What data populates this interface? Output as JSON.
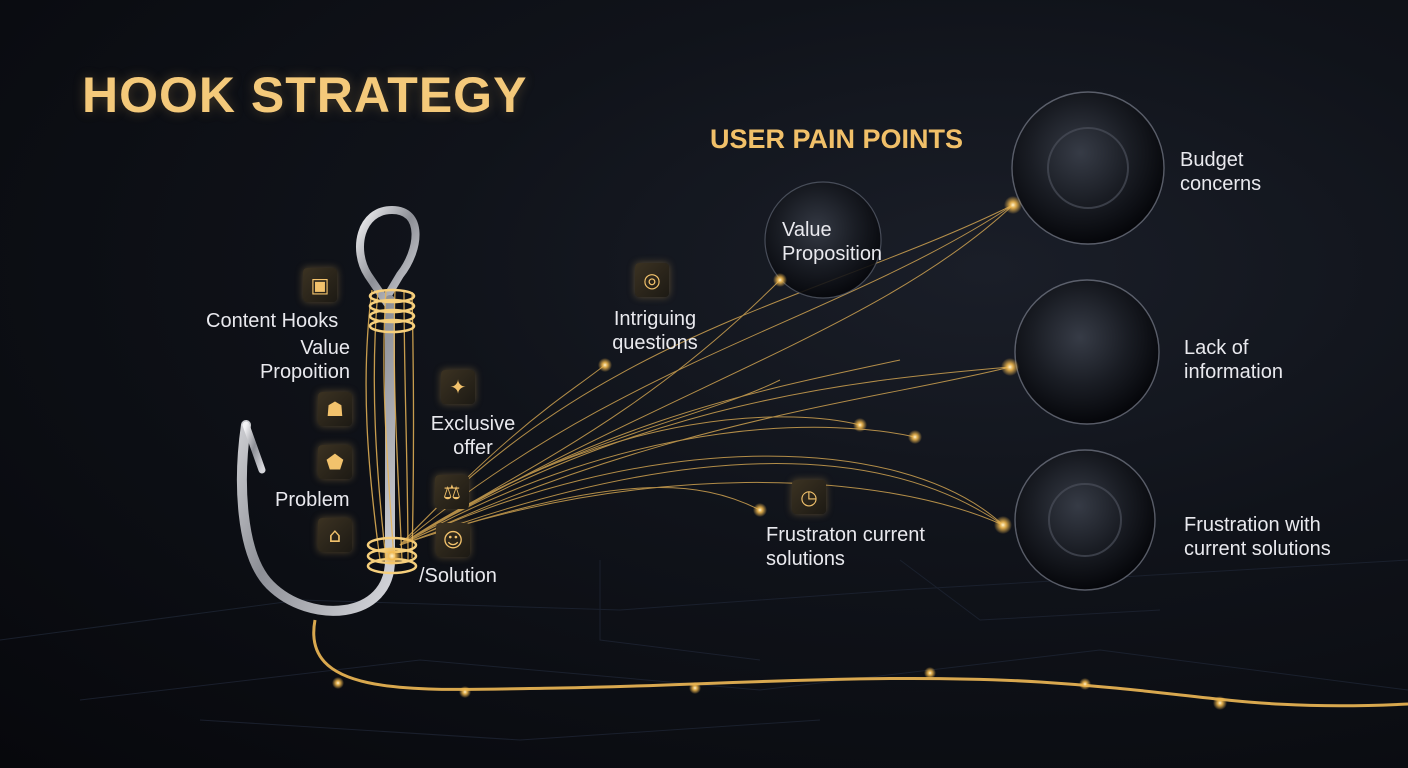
{
  "title": "HOOK STRATEGY",
  "subtitle": "USER PAIN POINTS",
  "hook_labels": {
    "content_hooks": "Content Hooks",
    "value_line1": "Value",
    "value_line2": "Propoition",
    "exclusive_line1": "Exclusive",
    "exclusive_line2": "offer",
    "problem": "Problem",
    "solution": "/Solution"
  },
  "middle_labels": {
    "intriguing_line1": "Intriguing",
    "intriguing_line2": "questions",
    "value_line1": "Value",
    "value_line2": "Proposition",
    "frustration_line1": "Frustraton current",
    "frustration_line2": "solutions"
  },
  "pain_points": [
    {
      "line1": "Budget",
      "line2": "concerns"
    },
    {
      "line1": "Lack of",
      "line2": "information"
    },
    {
      "line1": "Frustration with",
      "line2": "current solutions"
    }
  ],
  "icons": {
    "content_hooks": "image-frame-icon",
    "value": "people-icon",
    "problem": "shield-icon",
    "solution_left": "home-icon",
    "exclusive": "gift-tag-icon",
    "balance": "scale-icon",
    "face": "face-icon",
    "question": "target-icon",
    "frustration": "clock-icon"
  },
  "colors": {
    "accent": "#f4c97a",
    "thread": "#e8b557",
    "background": "#0b0d12"
  }
}
